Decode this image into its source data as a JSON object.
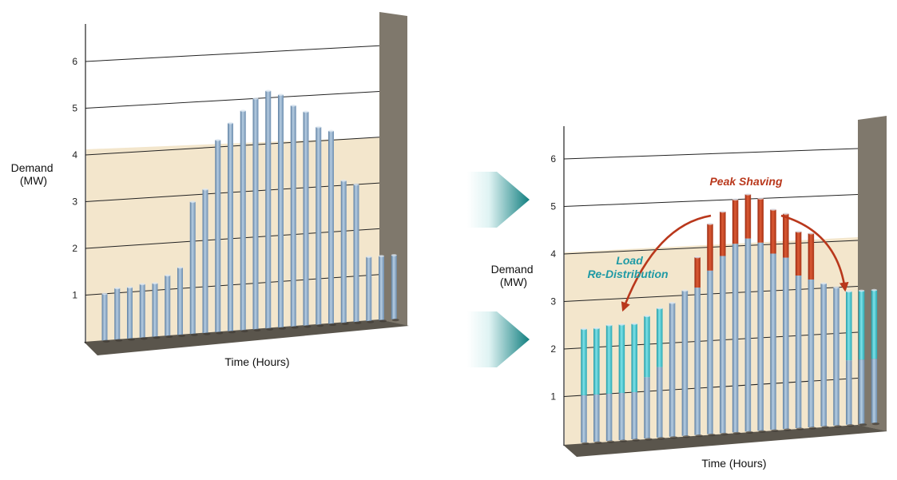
{
  "colors": {
    "band": "#f3e6cc",
    "wall": "#7f786c",
    "floor": "#5a554c",
    "bar_base": "#7f9fbe",
    "redistributed": "#35b9c4",
    "peak_shaving": "#b9381c",
    "arrow_from": "#e9f7f7",
    "arrow_to": "#127f80"
  },
  "chart_data": [
    {
      "type": "bar",
      "ylabel": "Demand\n(MW)",
      "xlabel": "Time (Hours)",
      "yticks": [
        1,
        2,
        3,
        4,
        5,
        6
      ],
      "ylim": [
        0,
        6.5
      ],
      "band": [
        0,
        4
      ],
      "grid": true,
      "series": [
        {
          "values": [
            1.0,
            1.1,
            1.1,
            1.15,
            1.15,
            1.3,
            1.45,
            2.85,
            3.1,
            4.15,
            4.5,
            4.75,
            5.0,
            5.15,
            5.05,
            4.8,
            4.65,
            4.3,
            4.2,
            3.1,
            3.0,
            1.4,
            1.4,
            1.4
          ]
        }
      ]
    },
    {
      "type": "bar",
      "ylabel": "Demand\n(MW)",
      "xlabel": "Time (Hours)",
      "yticks": [
        1,
        2,
        3,
        4,
        5,
        6
      ],
      "ylim": [
        0,
        6.5
      ],
      "band": [
        0,
        4
      ],
      "grid": true,
      "stacked": true,
      "annotations": [
        "Peak Shaving",
        "Load\nRe-Distribution"
      ],
      "series": [
        {
          "role": "base",
          "values": [
            1.0,
            1.0,
            1.0,
            1.0,
            1.0,
            1.3,
            1.5,
            2.85,
            3.1,
            3.15,
            3.5,
            3.8,
            4.05,
            4.15,
            4.05,
            3.8,
            3.7,
            3.3,
            3.2,
            3.1,
            3.0,
            1.4,
            1.4,
            1.4
          ]
        },
        {
          "role": "redistributed",
          "values": [
            1.4,
            1.4,
            1.45,
            1.45,
            1.45,
            1.3,
            1.25,
            0,
            0,
            0,
            0,
            0,
            0,
            0,
            0,
            0,
            0,
            0,
            0,
            0,
            0,
            1.5,
            1.5,
            1.5
          ]
        },
        {
          "role": "peak_shaving",
          "values": [
            0,
            0,
            0,
            0,
            0,
            0,
            0,
            0,
            0,
            0.65,
            1.0,
            0.95,
            0.95,
            0.95,
            0.95,
            0.95,
            0.95,
            0.95,
            1.0,
            0,
            0,
            0,
            0,
            0
          ]
        }
      ]
    }
  ]
}
